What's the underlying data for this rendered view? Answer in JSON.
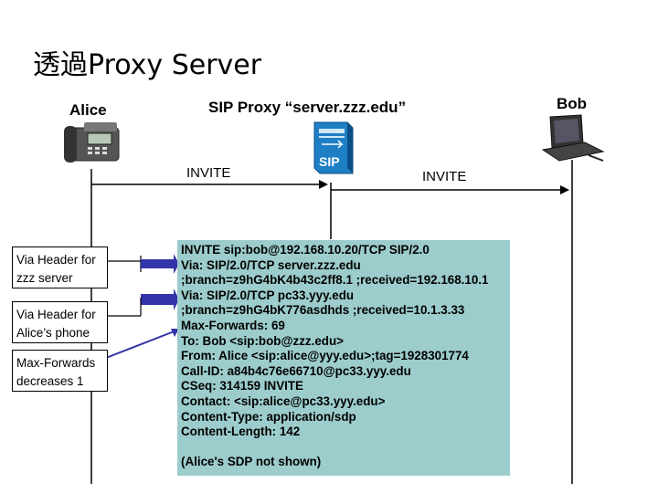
{
  "title": "透過Proxy Server",
  "actors": {
    "alice": "Alice",
    "proxy": "SIP Proxy “server.zzz.edu”",
    "bob": "Bob"
  },
  "proxy_icon_text": "SIP",
  "messages": {
    "invite_left": "INVITE",
    "invite_right": "INVITE"
  },
  "notes": [
    {
      "line1": "Via Header for",
      "line2": "zzz server"
    },
    {
      "line1": "Via Header for",
      "line2": "Alice’s phone"
    },
    {
      "line1": "Max-Forwards",
      "line2": "decreases 1"
    }
  ],
  "sip_message": {
    "lines": [
      "INVITE sip:bob@192.168.10.20/TCP SIP/2.0",
      "Via: SIP/2.0/TCP server.zzz.edu",
      " ;branch=z9hG4bK4b43c2ff8.1 ;received=192.168.10.1",
      "Via: SIP/2.0/TCP pc33.yyy.edu",
      " ;branch=z9hG4bK776asdhds ;received=10.1.3.33",
      "Max-Forwards: 69",
      "To: Bob <sip:bob@zzz.edu>",
      "From: Alice <sip:alice@yyy.edu>;tag=1928301774",
      "Call-ID: a84b4c76e66710@pc33.yyy.edu",
      "CSeq: 314159 INVITE",
      "Contact: <sip:alice@pc33.yyy.edu>",
      "Content-Type: application/sdp",
      "Content-Length: 142"
    ],
    "footer": "(Alice's SDP not shown)"
  },
  "colors": {
    "message_box": "#9ccccc",
    "arrow_fill": "#3333aa",
    "proxy_icon": "#1e7fc4"
  }
}
